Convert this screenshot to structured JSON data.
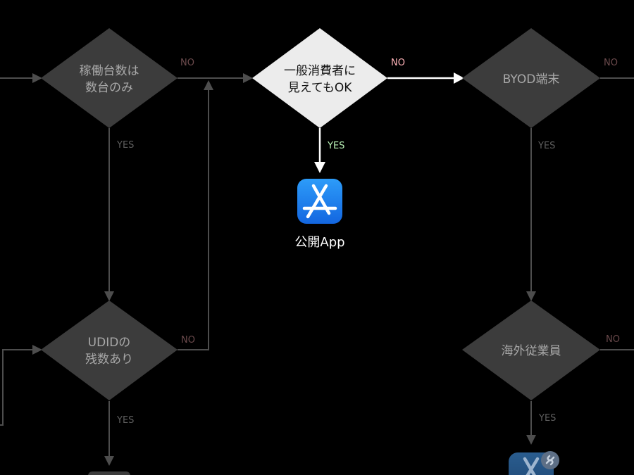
{
  "diagram": {
    "nodes": {
      "d1": {
        "lines": [
          "稼働台数は",
          "数台のみ"
        ]
      },
      "d2": {
        "lines": [
          "一般消費者に",
          "見えてもOK"
        ]
      },
      "d3": {
        "lines": [
          "BYOD端末"
        ]
      },
      "d4": {
        "lines": [
          "UDIDの",
          "残数あり"
        ]
      },
      "d5": {
        "lines": [
          "海外従業員"
        ]
      }
    },
    "edges": {
      "d1_no": "NO",
      "d1_yes": "YES",
      "d2_no": "NO",
      "d2_yes": "YES",
      "d3_no": "NO",
      "d3_yes": "YES",
      "d4_no": "NO",
      "d4_yes": "YES",
      "d5_no": "NO",
      "d5_yes": "YES"
    },
    "public_app": {
      "label": "公開App",
      "icon": "app-store-icon"
    },
    "bottom_app": {
      "icon": "app-store-link-icon"
    },
    "colors": {
      "background": "#000000",
      "diamond_dim": "#3c3c3c",
      "diamond_active": "#ececec",
      "line_dim": "#4d4d4d",
      "line_active": "#ffffff",
      "no_active": "#ffb3b8",
      "yes_active": "#b9f2b6",
      "no_dim": "#6b4a4c",
      "yes_dim": "#5e5e5e",
      "app_blue": "#1e88f5"
    }
  }
}
